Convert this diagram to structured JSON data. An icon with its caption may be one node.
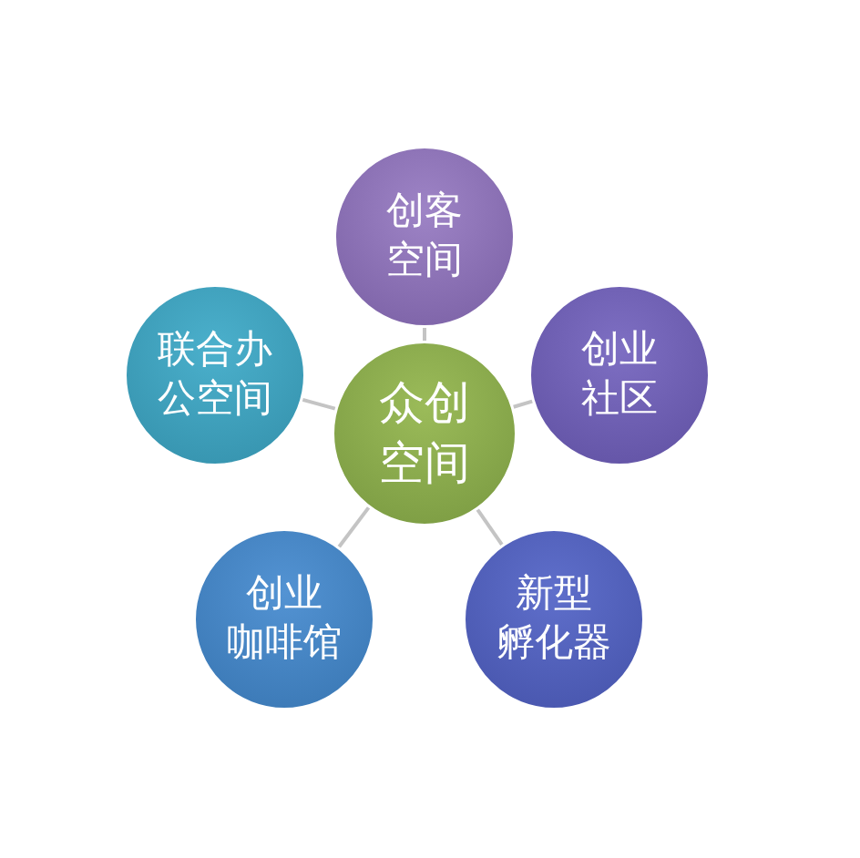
{
  "diagram": {
    "nodes": [
      {
        "text": [
          "众创空间"
        ]
      },
      {
        "text": [
          "创客空间"
        ]
      },
      {
        "text": [
          "创业社区"
        ]
      },
      {
        "text": [
          "新型孵化器"
        ]
      },
      {
        "text": [
          "创业咖啡馆"
        ]
      },
      {
        "text": [
          "联合办公空间"
        ]
      }
    ],
    "edges": [
      {
        "from": 0,
        "to": 1,
        "arrow": "none"
      },
      {
        "from": 0,
        "to": 2,
        "arrow": "none"
      },
      {
        "from": 0,
        "to": 3,
        "arrow": "none"
      },
      {
        "from": 0,
        "to": 4,
        "arrow": "none"
      },
      {
        "from": 0,
        "to": 5,
        "arrow": "none"
      }
    ]
  }
}
